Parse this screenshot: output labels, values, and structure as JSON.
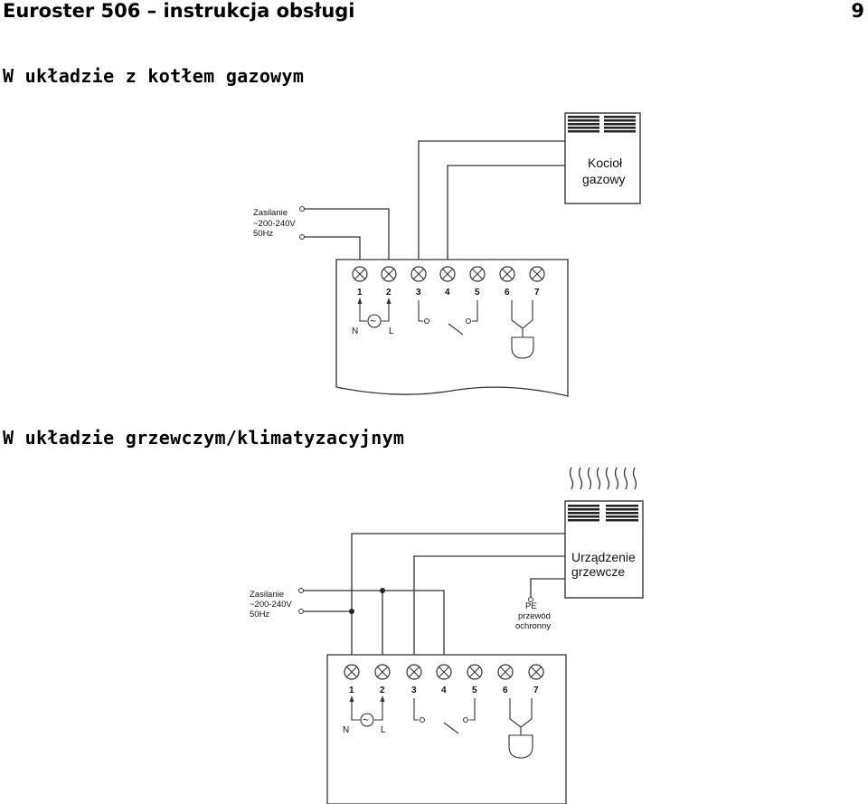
{
  "header": {
    "doc_title": "Euroster 506 – instrukcja obsługi",
    "page_number": "9"
  },
  "sections": [
    {
      "title": "W układzie z kotłem gazowym",
      "supply": {
        "line1": "Zasilanie",
        "line2": "~200-240V",
        "line3": "50Hz"
      },
      "device": {
        "line1": "Kocioł",
        "line2": "gazowy"
      },
      "terminals": [
        "1",
        "2",
        "3",
        "4",
        "5",
        "6",
        "7"
      ],
      "neutral_label": "N",
      "live_label": "L",
      "ac_symbol": "~"
    },
    {
      "title": "W układzie grzewczym/klimatyzacyjnym",
      "supply": {
        "line1": "Zasilanie",
        "line2": "~200-240V",
        "line3": "50Hz"
      },
      "device": {
        "line1": "Urządzenie",
        "line2": "grzewcze"
      },
      "pe": {
        "line1": "PE",
        "line2": "przewód",
        "line3": "ochronny"
      },
      "terminals": [
        "1",
        "2",
        "3",
        "4",
        "5",
        "6",
        "7"
      ],
      "neutral_label": "N",
      "live_label": "L",
      "ac_symbol": "~"
    }
  ]
}
